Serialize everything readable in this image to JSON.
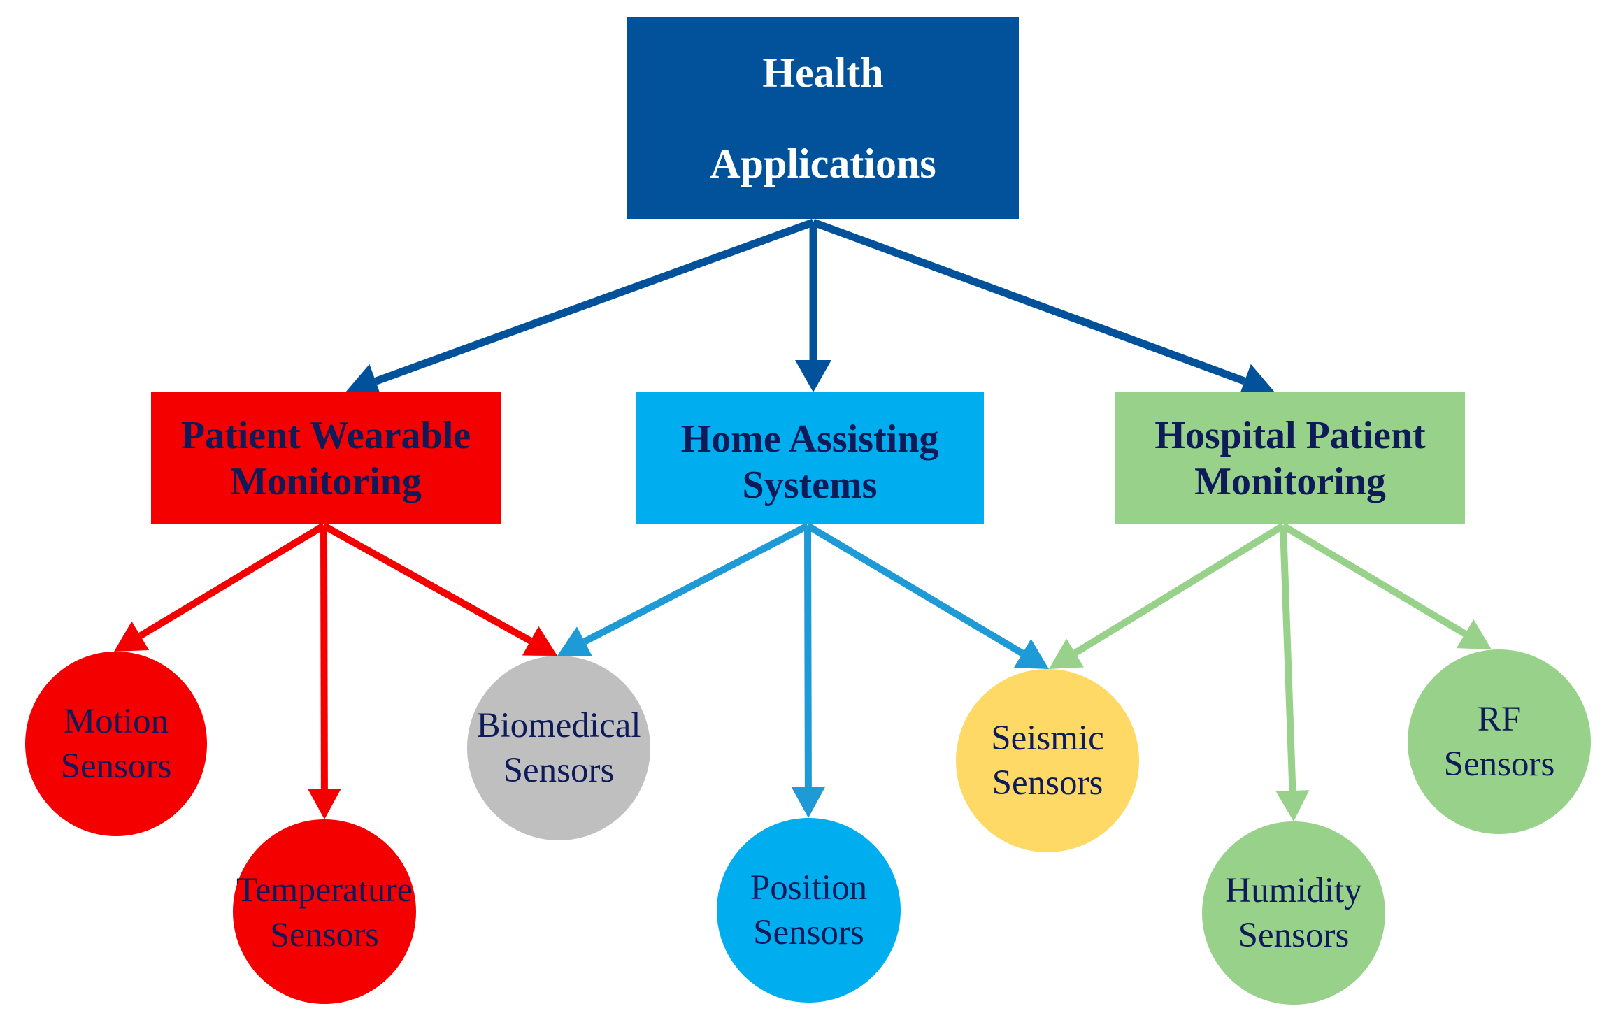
{
  "root": {
    "lines": [
      "Health",
      "Applications"
    ],
    "color": "#02529B"
  },
  "categories": [
    {
      "id": "wearable",
      "lines": [
        "Patient Wearable",
        "Monitoring"
      ],
      "color": "#F50000"
    },
    {
      "id": "home",
      "lines": [
        "Home Assisting",
        "Systems"
      ],
      "color": "#00AEEF"
    },
    {
      "id": "hospital",
      "lines": [
        "Hospital Patient",
        "Monitoring"
      ],
      "color": "#98D18A"
    }
  ],
  "sensors": [
    {
      "id": "motion",
      "lines": [
        "Motion",
        "Sensors"
      ],
      "color": "#F50000"
    },
    {
      "id": "temperature",
      "lines": [
        "Temperature",
        "Sensors"
      ],
      "color": "#F50000"
    },
    {
      "id": "biomedical",
      "lines": [
        "Biomedical",
        "Sensors"
      ],
      "color": "#BFBFBF"
    },
    {
      "id": "position",
      "lines": [
        "Position",
        "Sensors"
      ],
      "color": "#00AEEF"
    },
    {
      "id": "seismic",
      "lines": [
        "Seismic",
        "Sensors"
      ],
      "color": "#FFD966"
    },
    {
      "id": "humidity",
      "lines": [
        "Humidity",
        "Sensors"
      ],
      "color": "#98D18A"
    },
    {
      "id": "rf",
      "lines": [
        "RF",
        "Sensors"
      ],
      "color": "#98D18A"
    }
  ],
  "edges": [
    {
      "from": "root",
      "to": "wearable",
      "color": "#02529B"
    },
    {
      "from": "root",
      "to": "home",
      "color": "#02529B"
    },
    {
      "from": "root",
      "to": "hospital",
      "color": "#02529B"
    },
    {
      "from": "wearable",
      "to": "motion",
      "color": "#F50000"
    },
    {
      "from": "wearable",
      "to": "temperature",
      "color": "#F50000"
    },
    {
      "from": "wearable",
      "to": "biomedical",
      "color": "#F50000"
    },
    {
      "from": "home",
      "to": "biomedical",
      "color": "#1E9AD6"
    },
    {
      "from": "home",
      "to": "position",
      "color": "#1E9AD6"
    },
    {
      "from": "home",
      "to": "seismic",
      "color": "#1E9AD6"
    },
    {
      "from": "hospital",
      "to": "seismic",
      "color": "#98D18A"
    },
    {
      "from": "hospital",
      "to": "humidity",
      "color": "#98D18A"
    },
    {
      "from": "hospital",
      "to": "rf",
      "color": "#98D18A"
    }
  ]
}
